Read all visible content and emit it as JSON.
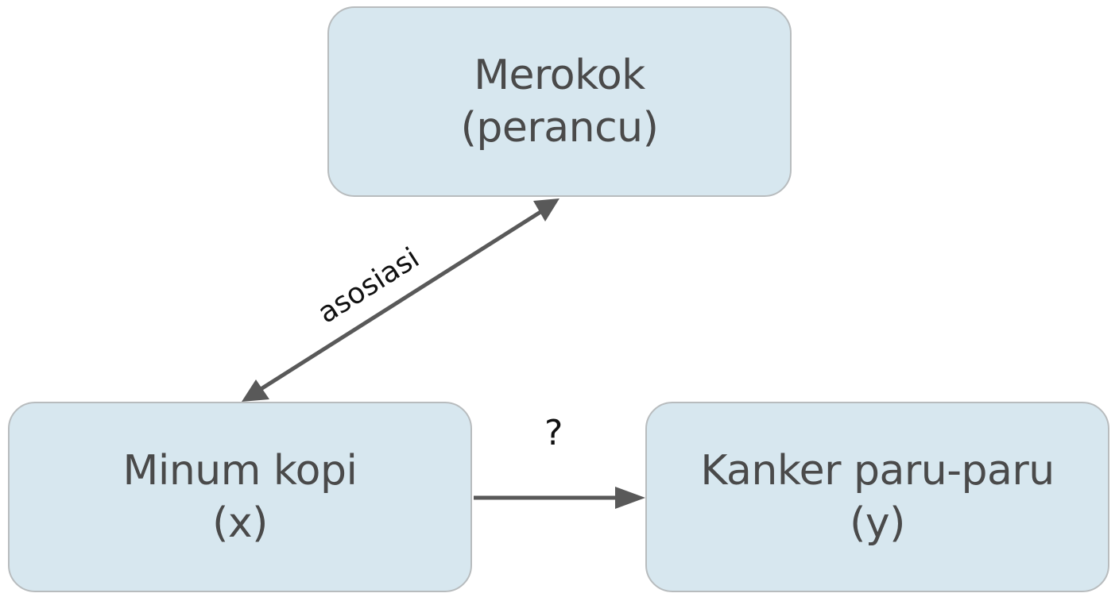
{
  "nodes": {
    "confounder": {
      "line1": "Merokok",
      "line2": "(perancu)"
    },
    "exposure": {
      "line1": "Minum kopi",
      "line2": "(x)"
    },
    "outcome": {
      "line1": "Kanker paru-paru",
      "line2": "(y)"
    }
  },
  "edges": {
    "association_label": "asosiasi",
    "causal_label": "?"
  },
  "colors": {
    "node_fill": "#d7e7ef",
    "node_border": "#b8bcbe",
    "node_text": "#4a4a4a",
    "arrow": "#595959",
    "label_text": "#111111"
  }
}
